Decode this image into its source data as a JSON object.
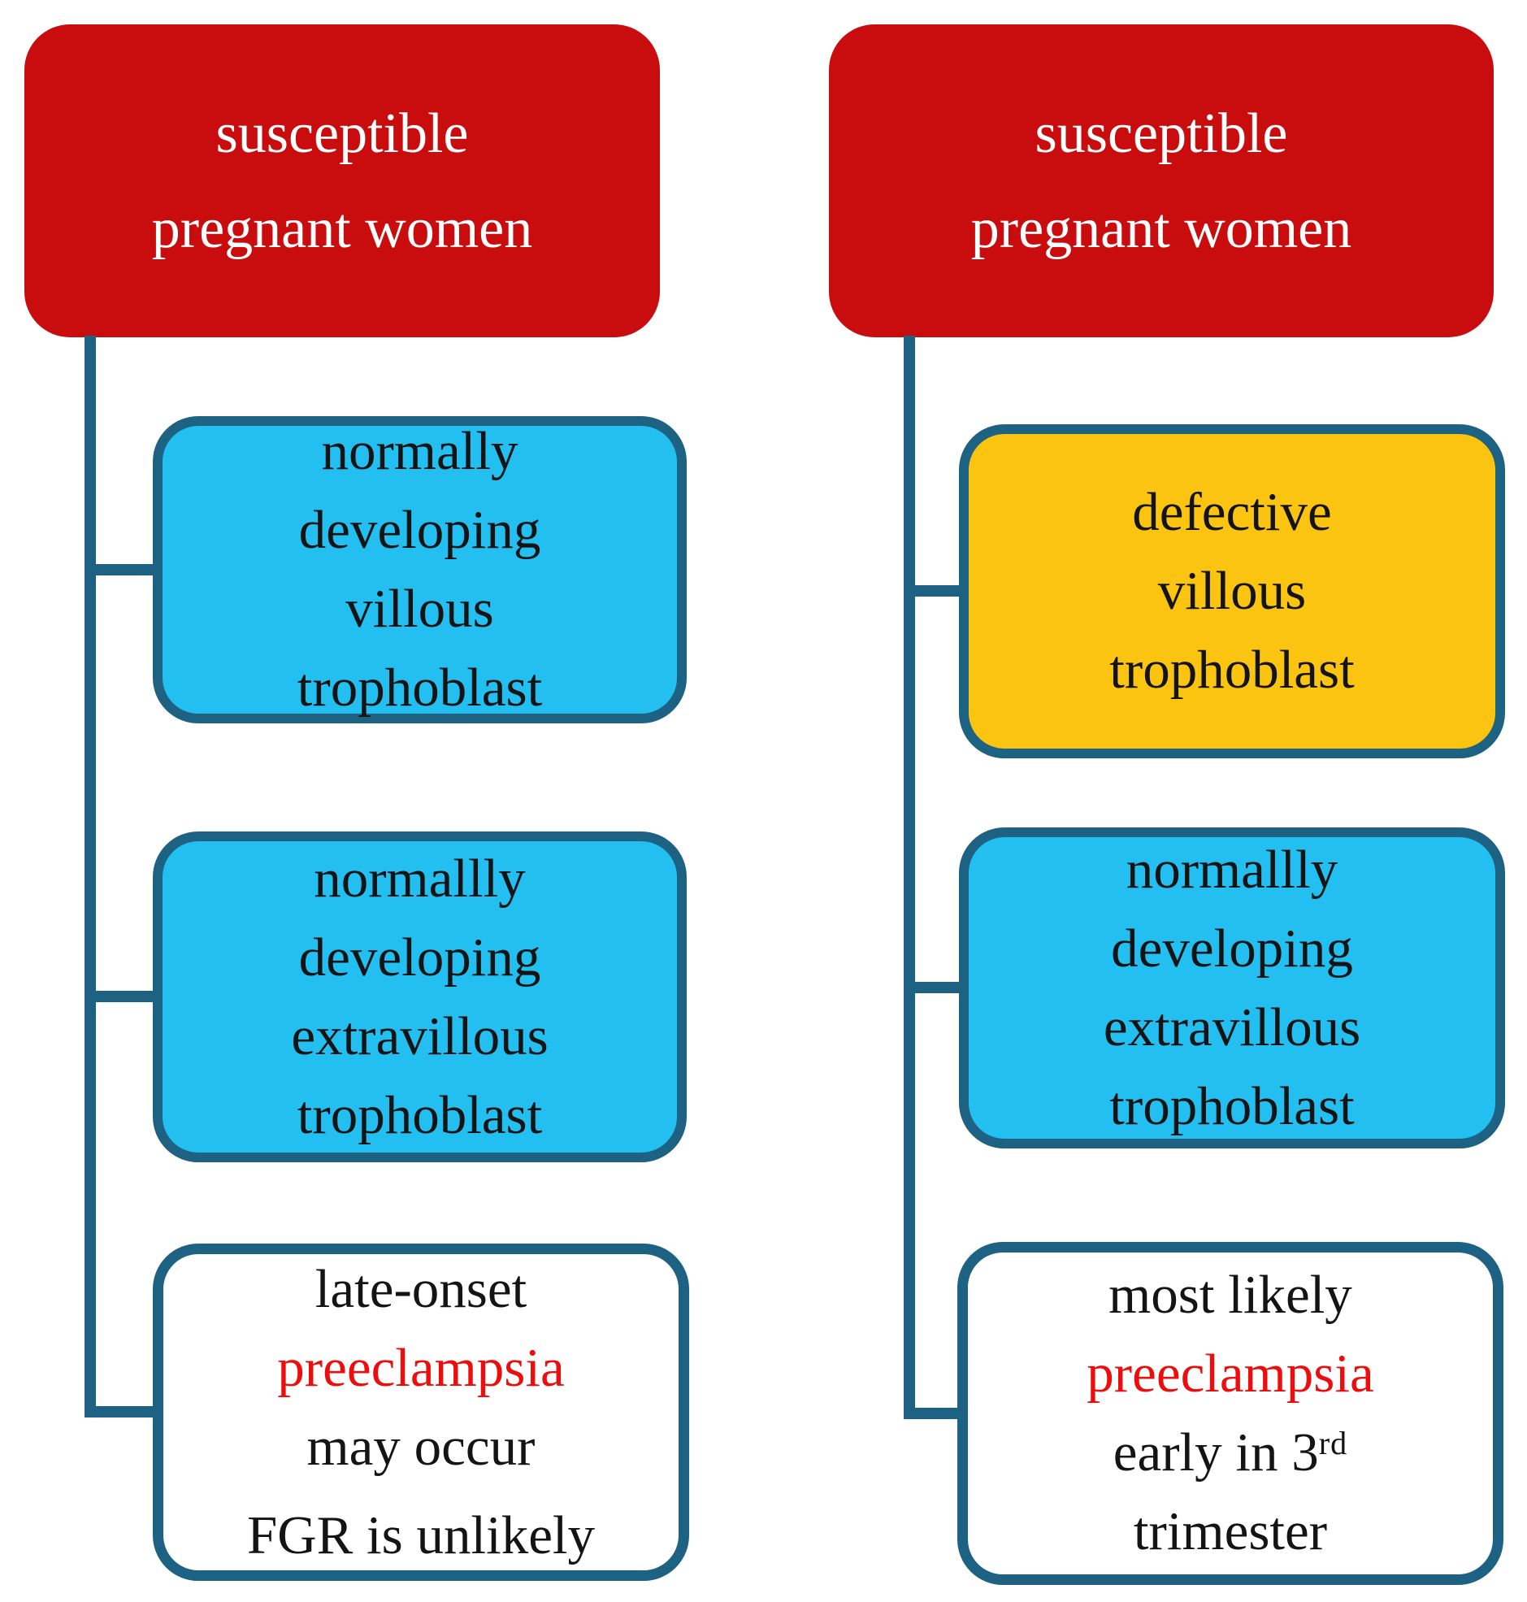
{
  "palette": {
    "background": "#ffffff",
    "red_box": "#c90d0e",
    "cyan_box": "#22bff0",
    "yellow_box": "#fbc410",
    "white_box": "#ffffff",
    "box_border": "#1e6283",
    "connector": "#1e6283",
    "text_white": "#ffffff",
    "text_black": "#141414",
    "text_red": "#ec0d0d"
  },
  "columns": [
    {
      "id": "left",
      "root": {
        "color": "red",
        "lines": [
          [
            "susceptible"
          ],
          [
            "pregnant women"
          ]
        ]
      },
      "children": [
        {
          "color": "cyan",
          "lines": [
            [
              "normally"
            ],
            [
              "developing"
            ],
            [
              "villous"
            ],
            [
              "trophoblast"
            ]
          ]
        },
        {
          "color": "cyan",
          "lines": [
            [
              "normallly"
            ],
            [
              "developing"
            ],
            [
              "extravillous"
            ],
            [
              "trophoblast"
            ]
          ]
        },
        {
          "color": "white",
          "lines": [
            [
              "late-onset"
            ],
            [
              {
                "t": "preeclampsia",
                "c": "red"
              }
            ],
            [
              "may occur"
            ],
            [
              {
                "t": "FGR is unlikely",
                "gap": true
              }
            ]
          ]
        }
      ]
    },
    {
      "id": "right",
      "root": {
        "color": "red",
        "lines": [
          [
            "susceptible"
          ],
          [
            "pregnant women"
          ]
        ]
      },
      "children": [
        {
          "color": "yellow",
          "lines": [
            [
              "defective"
            ],
            [
              "villous"
            ],
            [
              "trophoblast"
            ]
          ]
        },
        {
          "color": "cyan",
          "lines": [
            [
              "normallly"
            ],
            [
              "developing"
            ],
            [
              "extravillous"
            ],
            [
              "trophoblast"
            ]
          ]
        },
        {
          "color": "white",
          "lines": [
            [
              "most likely"
            ],
            [
              {
                "t": "preeclampsia",
                "c": "red"
              }
            ],
            [
              {
                "t": "early in 3"
              },
              {
                "t": "rd",
                "sup": true
              }
            ],
            [
              "trimester"
            ]
          ]
        }
      ]
    }
  ]
}
